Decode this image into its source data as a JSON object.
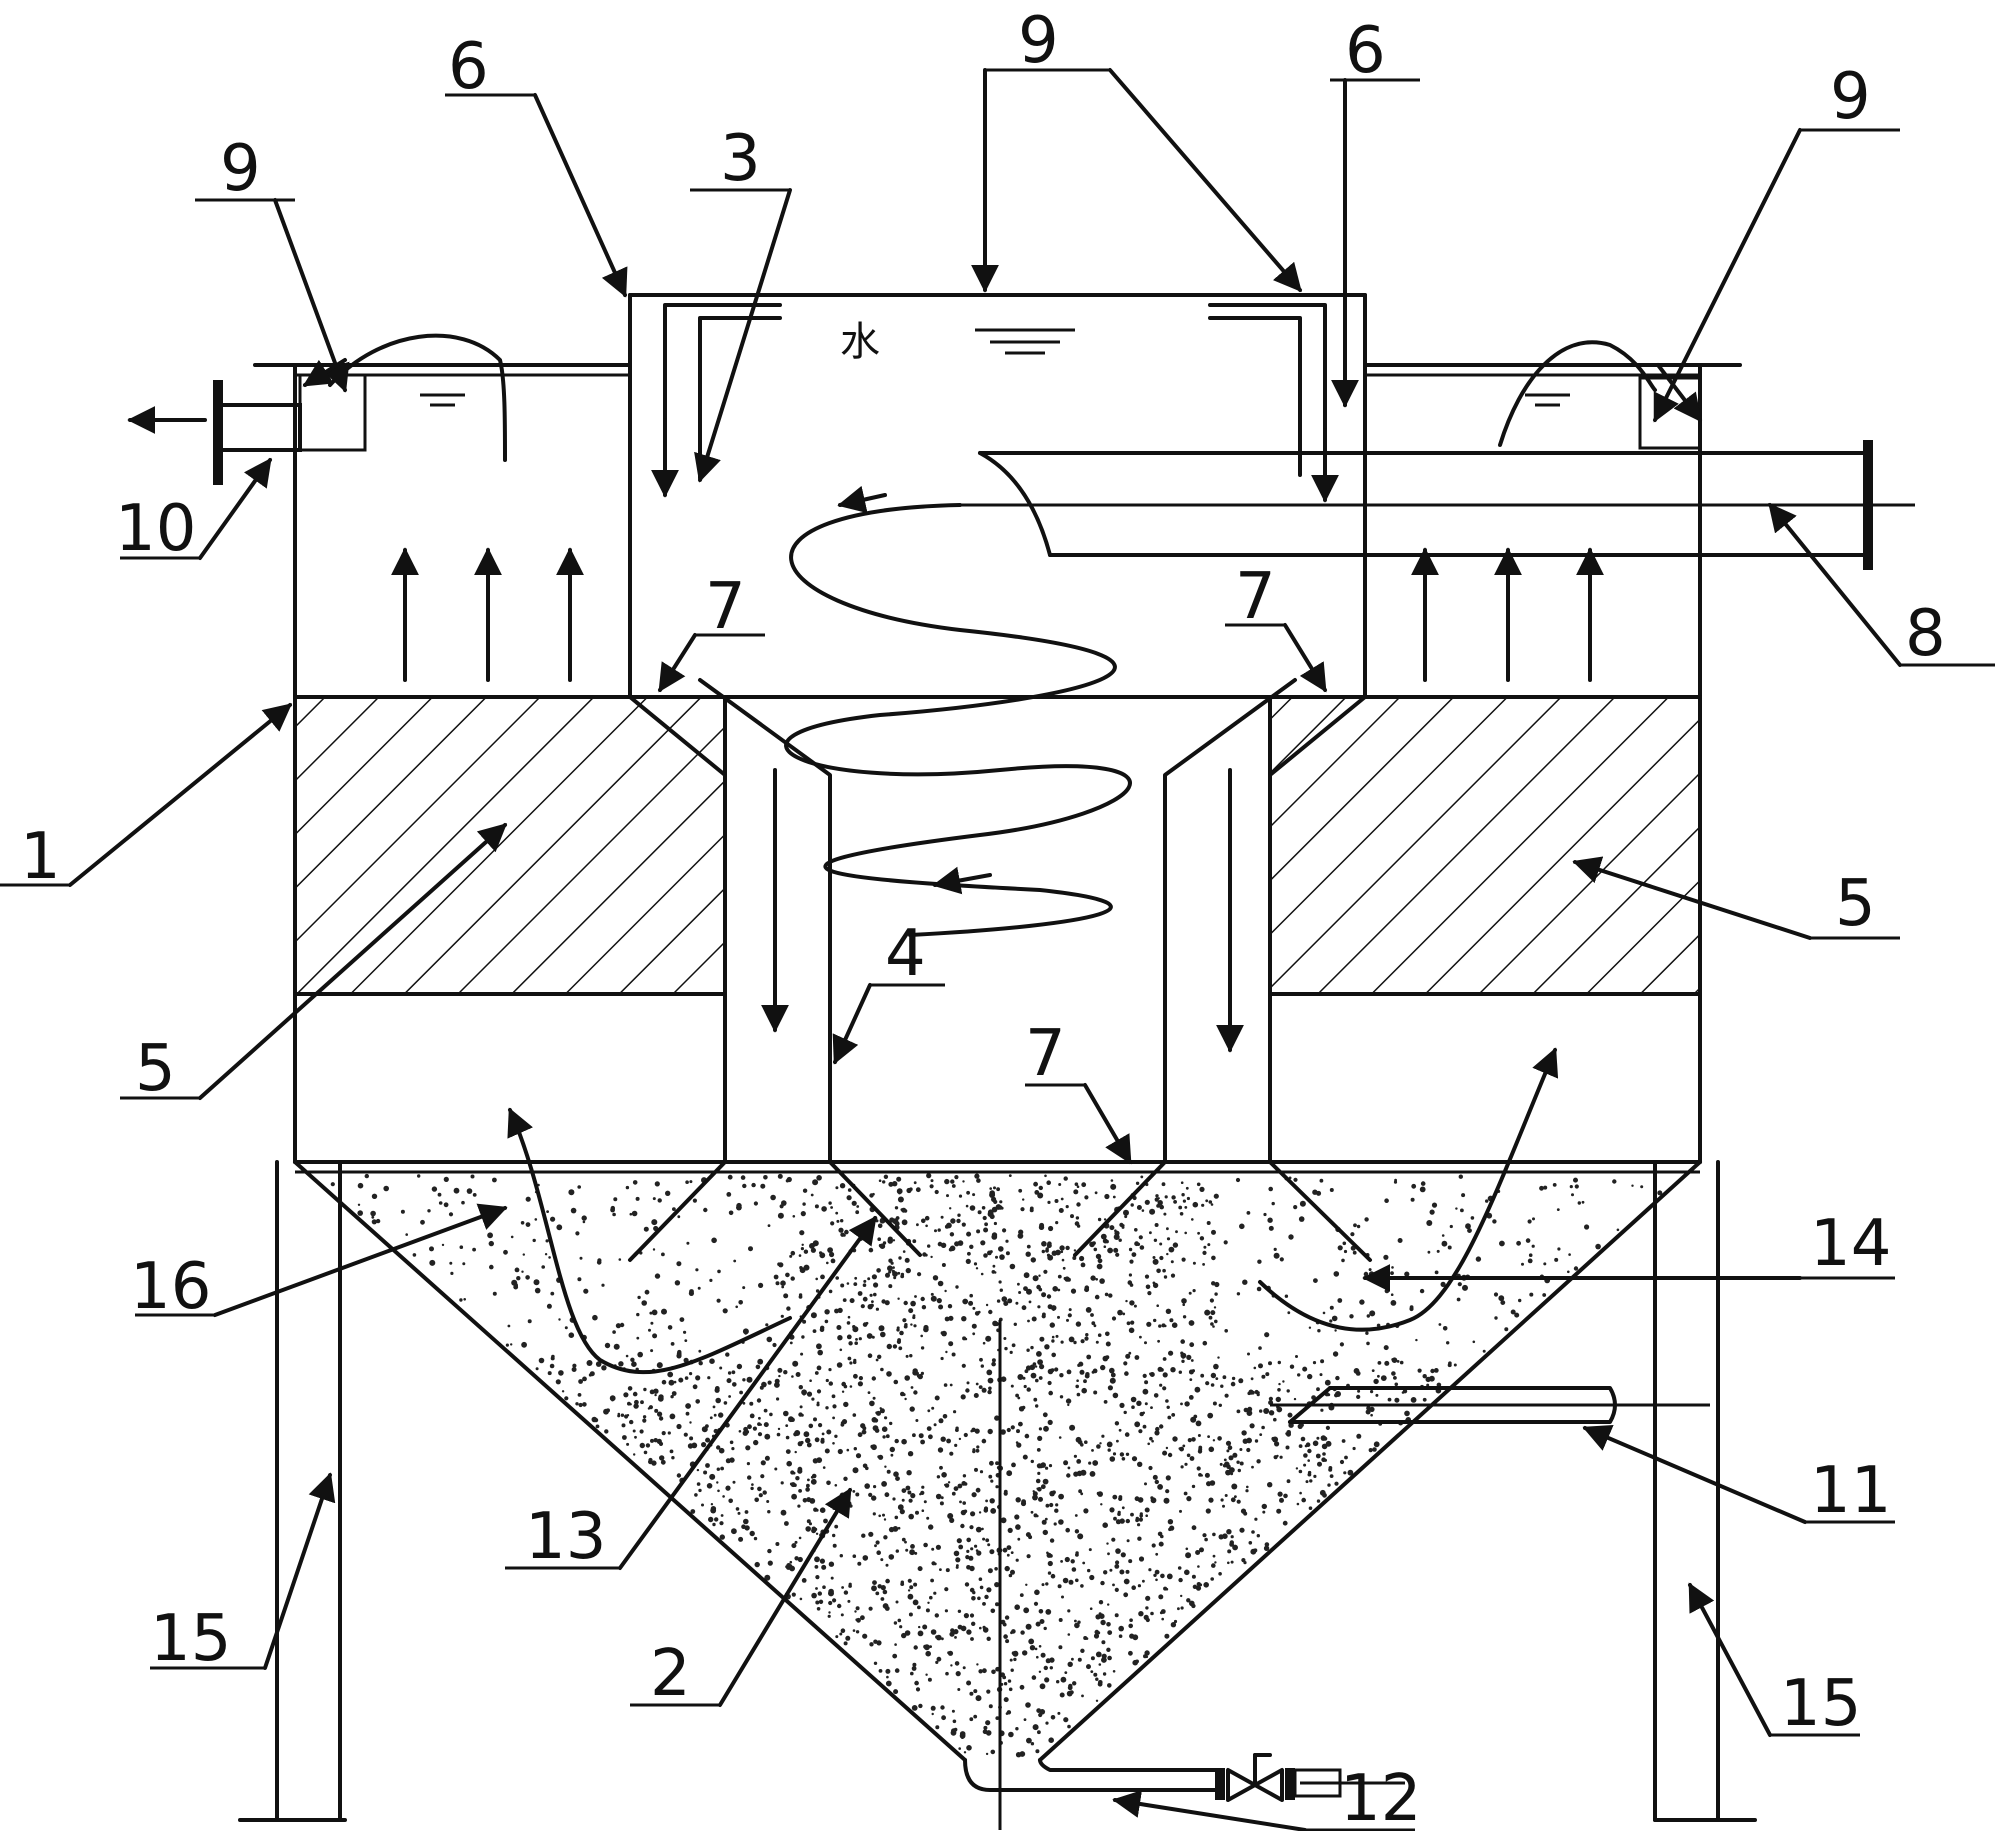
{
  "diagram": {
    "water_text": "水",
    "labels": {
      "l1": "1",
      "l2": "2",
      "l3": "3",
      "l4": "4",
      "l5a": "5",
      "l5b": "5",
      "l6a": "6",
      "l6b": "6",
      "l7a": "7",
      "l7b": "7",
      "l7c": "7",
      "l8": "8",
      "l9a": "9",
      "l9b": "9",
      "l9c": "9",
      "l10": "10",
      "l11": "11",
      "l12": "12",
      "l13": "13",
      "l14": "14",
      "l15a": "15",
      "l15b": "15",
      "l16": "16"
    }
  }
}
